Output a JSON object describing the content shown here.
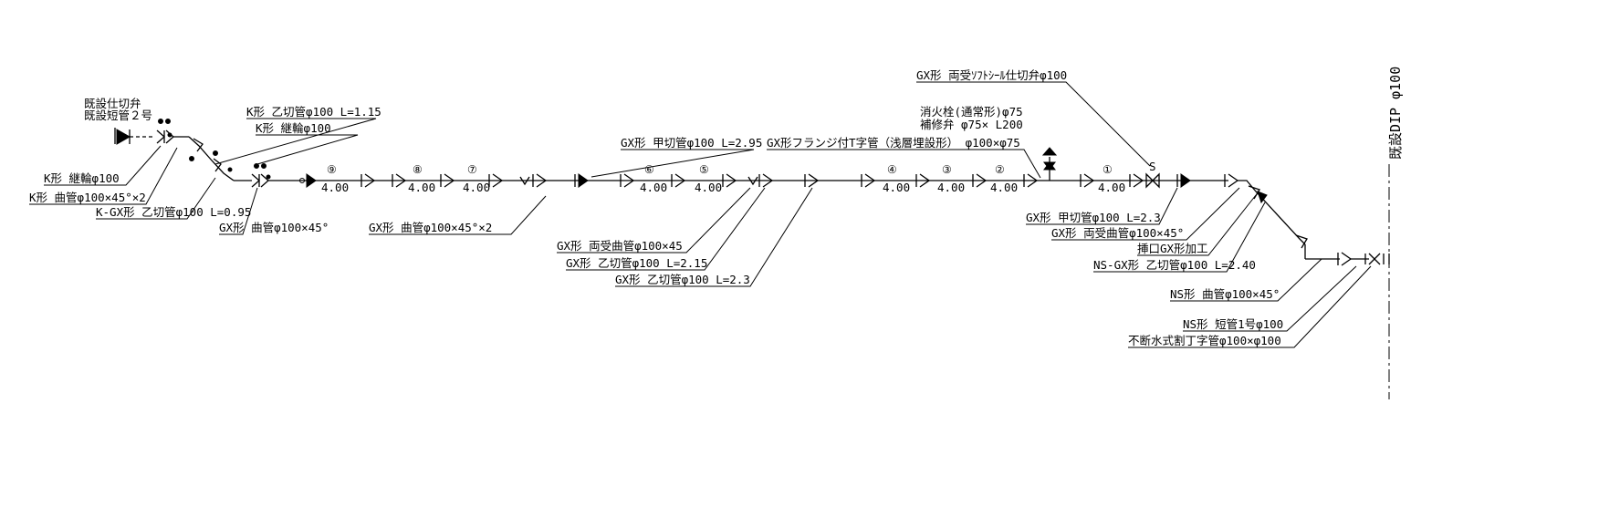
{
  "diagram": {
    "existing_labels": [
      "既設仕切弁",
      "既設短管２号"
    ],
    "right_label": "既設DIP φ100",
    "left_labels": [
      {
        "key": "k_ring",
        "text": "K形 継輪φ100"
      },
      {
        "key": "k_bend",
        "text": "K形 曲管φ100×45°×2"
      },
      {
        "key": "kgx_cut",
        "text": "K-GX形 乙切管φ100 L=0.95"
      },
      {
        "key": "gx_bend1",
        "text": "GX形 曲管φ100×45°"
      },
      {
        "key": "gx_bend2",
        "text": "GX形 曲管φ100×45°×2"
      }
    ],
    "top_labels": [
      {
        "key": "k_otsu",
        "text": "K形 乙切管φ100 L=1.15"
      },
      {
        "key": "k_ring2",
        "text": "K形 継輪φ100"
      },
      {
        "key": "gx_kou1",
        "text": "GX形 甲切管φ100 L=2.95"
      },
      {
        "key": "gx_flange_t",
        "text": "GX形フランジ付T字管（浅層埋設形） φ100×φ75"
      },
      {
        "key": "hydrant",
        "text": "消火栓(通常形)φ75"
      },
      {
        "key": "repair_valve",
        "text": "補修弁 φ75× L200"
      },
      {
        "key": "soft_seal",
        "text": "GX形 両受ｿﾌﾄｼｰﾙ仕切弁φ100"
      }
    ],
    "mid_labels": [
      {
        "key": "gx_double_bend",
        "text": "GX形 両受曲管φ100×45"
      },
      {
        "key": "gx_otsu215",
        "text": "GX形 乙切管φ100 L=2.15"
      },
      {
        "key": "gx_otsu23",
        "text": "GX形 乙切管φ100 L=2.3"
      }
    ],
    "right_labels": [
      {
        "key": "gx_kou23",
        "text": "GX形 甲切管φ100 L=2.3"
      },
      {
        "key": "gx_double_bend45",
        "text": "GX形 両受曲管φ100×45°"
      },
      {
        "key": "insert_gx",
        "text": "挿口GX形加工"
      },
      {
        "key": "nsgx_cut",
        "text": "NS-GX形 乙切管φ100 L=2.40"
      },
      {
        "key": "ns_bend",
        "text": "NS形 曲管φ100×45°"
      },
      {
        "key": "ns_short",
        "text": "NS形 短管1号φ100"
      },
      {
        "key": "tee_uninterrupted",
        "text": "不断水式割丁字管φ100×φ100"
      }
    ],
    "pipes": [
      {
        "num": "⑨",
        "len": "4.00"
      },
      {
        "num": "⑧",
        "len": "4.00"
      },
      {
        "num": "⑦",
        "len": "4.00"
      },
      {
        "num": "⑥",
        "len": "4.00"
      },
      {
        "num": "⑤",
        "len": "4.00"
      },
      {
        "num": "④",
        "len": "4.00"
      },
      {
        "num": "③",
        "len": "4.00"
      },
      {
        "num": "②",
        "len": "4.00"
      },
      {
        "num": "①",
        "len": "4.00"
      }
    ],
    "valve_mark": "S"
  }
}
